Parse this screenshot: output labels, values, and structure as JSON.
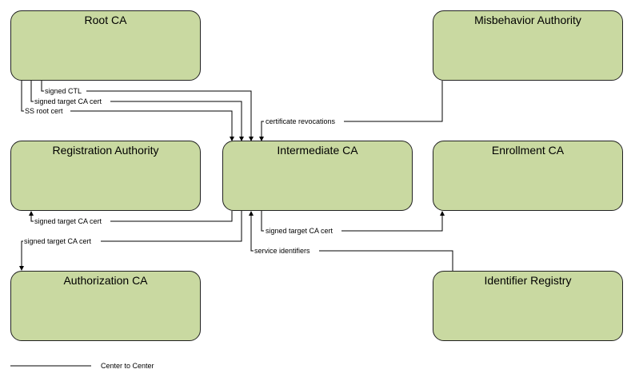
{
  "nodes": {
    "root_ca": "Root CA",
    "misbehavior_authority": "Misbehavior Authority",
    "registration_authority": "Registration Authority",
    "intermediate_ca": "Intermediate CA",
    "enrollment_ca": "Enrollment CA",
    "authorization_ca": "Authorization CA",
    "identifier_registry": "Identifier Registry"
  },
  "flows": {
    "signed_ctl": "signed CTL",
    "signed_target_ca_cert_root": "signed target CA cert",
    "ss_root_cert": "SS root cert",
    "certificate_revocations": "certificate revocations",
    "signed_target_ca_cert_ra": "signed target CA cert",
    "signed_target_ca_cert_enrollment": "signed target CA cert",
    "signed_target_ca_cert_authorization": "signed target CA cert",
    "service_identifiers": "service identifiers"
  },
  "legend": {
    "center_to_center": "Center to Center"
  },
  "colors": {
    "node_fill": "#c9d9a1",
    "line": "#000000"
  }
}
